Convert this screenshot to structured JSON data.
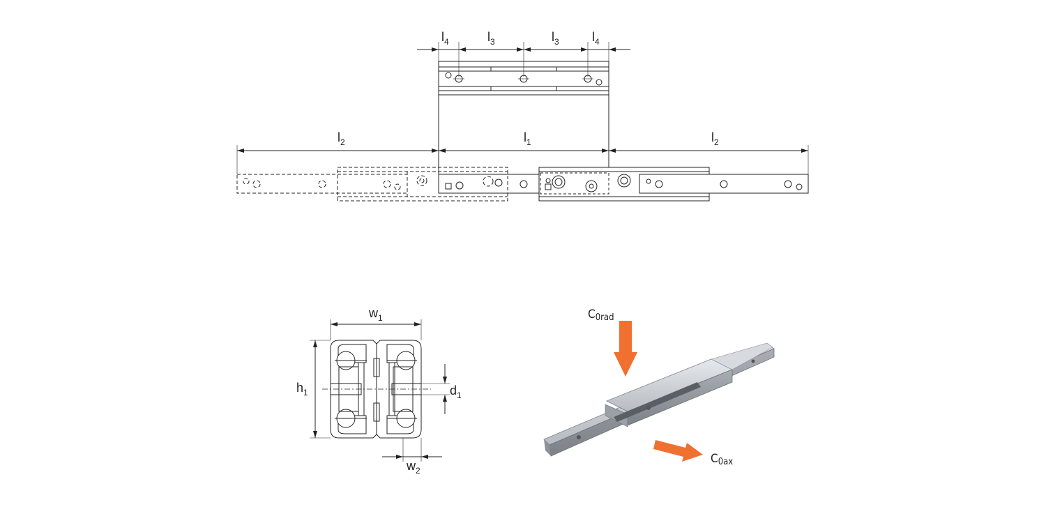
{
  "top_view": {
    "dimensions": {
      "l4_left": {
        "main": "l",
        "sub": "4"
      },
      "l3_left": {
        "main": "l",
        "sub": "3"
      },
      "l3_right": {
        "main": "l",
        "sub": "3"
      },
      "l4_right": {
        "main": "l",
        "sub": "4"
      },
      "l2_left": {
        "main": "l",
        "sub": "2"
      },
      "l1": {
        "main": "l",
        "sub": "1"
      },
      "l2_right": {
        "main": "l",
        "sub": "2"
      }
    }
  },
  "cross_section": {
    "dimensions": {
      "w1": {
        "main": "w",
        "sub": "1"
      },
      "h1": {
        "main": "h",
        "sub": "1"
      },
      "d1": {
        "main": "d",
        "sub": "1"
      },
      "w2": {
        "main": "w",
        "sub": "2"
      }
    }
  },
  "render_3d": {
    "forces": {
      "radial": {
        "main": "C",
        "sub": "0rad"
      },
      "axial": {
        "main": "C",
        "sub": "0ax"
      }
    },
    "arrow_color": "#F07030",
    "rail_color": "#C8CCD0"
  }
}
